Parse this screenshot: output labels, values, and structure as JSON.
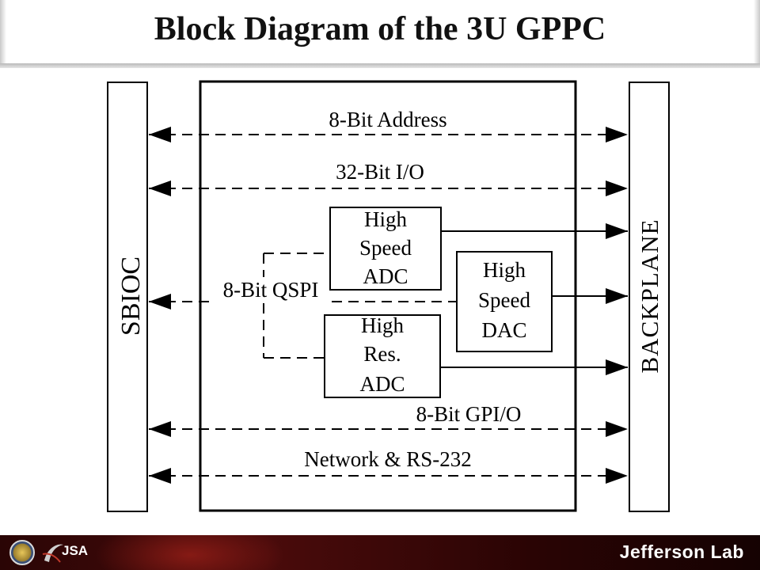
{
  "page": {
    "title": "Block Diagram of the 3U GPPC"
  },
  "blocks": {
    "left_bus": "SBIOC",
    "right_bus": "BACKPLANE",
    "hs_adc": [
      "High",
      "Speed",
      "ADC"
    ],
    "hs_dac": [
      "High",
      "Speed",
      "DAC"
    ],
    "hr_adc": [
      "High",
      "Res.",
      "ADC"
    ]
  },
  "signals": {
    "address": "8-Bit Address",
    "io32": "32-Bit I/O",
    "qspi": "8-Bit QSPI",
    "gpio": "8-Bit GPI/O",
    "network": "Network & RS-232"
  },
  "footer": {
    "partner_logo": "JSA",
    "lab_name": "Jefferson Lab"
  },
  "colors": {
    "footer_dark": "#2a0505",
    "footer_red": "#4a0b0b",
    "ink": "#000000"
  }
}
